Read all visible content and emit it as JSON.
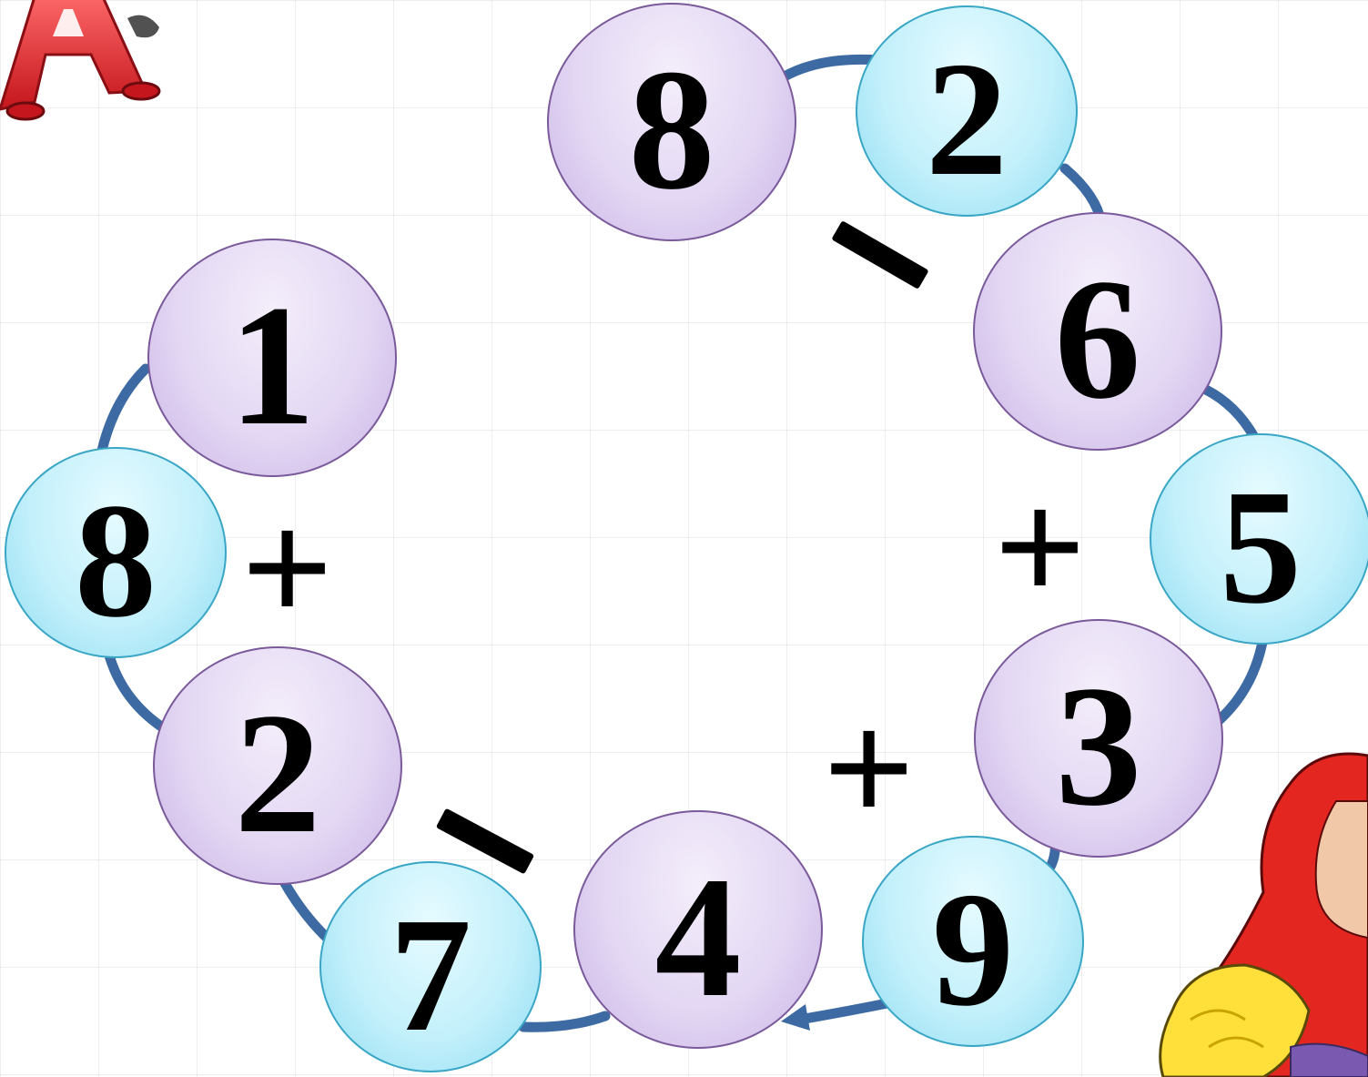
{
  "bubbles": {
    "top_left": "8",
    "top_right": "2",
    "right_upper": "6",
    "right_mid": "5",
    "right_lower": "3",
    "bottom_right": "9",
    "bottom_mid": "4",
    "bottom_left": "7",
    "left_lower": "2",
    "left_mid": "8",
    "left_upper": "1"
  },
  "operators": {
    "top": "–",
    "right_upper": "+",
    "right_lower": "+",
    "left": "+",
    "bottom_left": "–"
  },
  "colors": {
    "purple_bubble": "#e3d7f3",
    "blue_bubble": "#c3f0fb",
    "ring": "#3d6aa3",
    "text": "#000000"
  },
  "icons": {
    "logo": "red-letter-a-icon",
    "character": "mermaid-character-icon"
  }
}
